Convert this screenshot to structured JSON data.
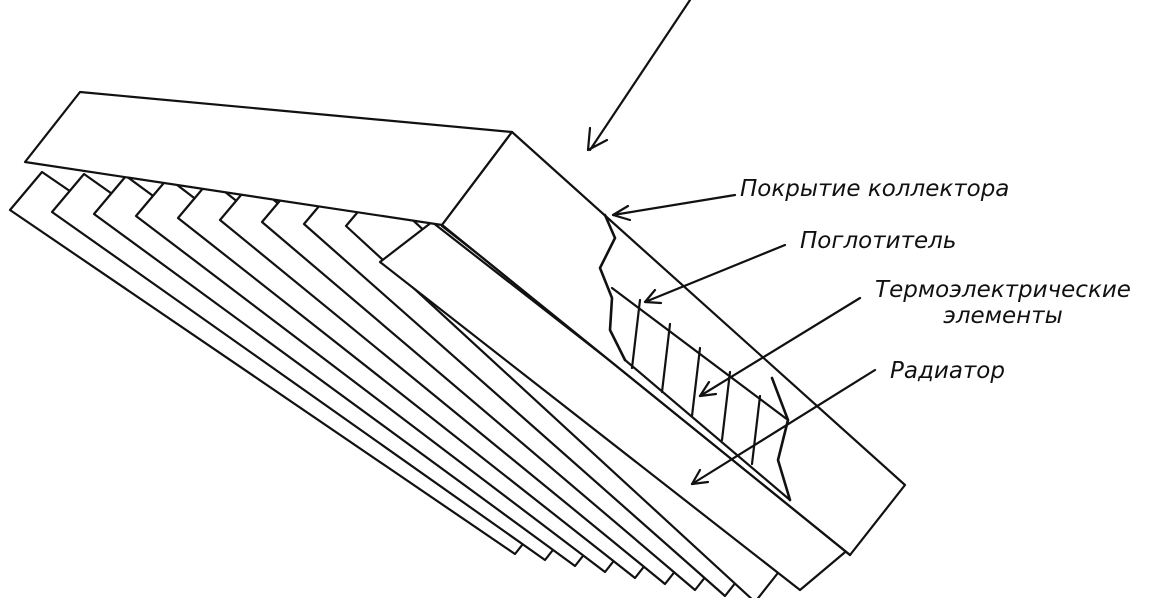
{
  "labels": {
    "cover": "Покрытие коллектора",
    "absorber": "Поглотитель",
    "thermo_line1": "Термоэлектрические",
    "thermo_line2": "элементы",
    "radiator": "Радиатор"
  },
  "colors": {
    "ink": "#111111",
    "paper": "#ffffff"
  }
}
